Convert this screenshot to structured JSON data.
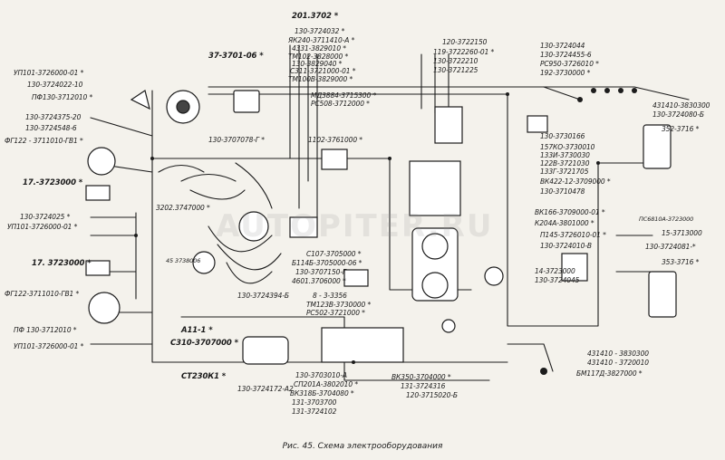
{
  "caption": "Рис. 45. Схема электрооборудования",
  "watermark": "AUTOPITER.RU",
  "labels": {
    "l_201": "201.3702 *",
    "l_37": "37-3701-06 *",
    "l_up101_top": "УП101-3726000-01 *",
    "l_130_3724022": "130-3724022-10",
    "l_pf_top": "ПФ130-3712010 *",
    "l_130_3724375": "130-3724375-20",
    "l_130_3724548": "130-3724548-6",
    "l_fg122_top": "ФГ122 - 3711010-ГВ1 *",
    "l_17_top": "17.-3723000 *",
    "l_130_3724025": "130-3724025 *",
    "l_up101_mid": "УП101-3726000-01 *",
    "l_17_mid": "17. 3723000 *",
    "l_fg122_bot": "ФГ122-3711010-ГВ1 *",
    "l_pf_bot": "ПФ 130-3712010 *",
    "l_up101_bot": "УП101-3726000-01 *",
    "l_130_3724032": "130-3724032 *",
    "l_k_3711410": "ЯК240-3711410-А *",
    "l_4331": "4331-3829010 *",
    "l_tm102": "ТМ102-3828000 *",
    "l_130_3829040": "130-3829040 *",
    "l_sz11": "С311-3721000-01 *",
    "l_tm100v": "ТМ100В-3829000 *",
    "l_130_3707078": "130-3707078-Г *",
    "l_md_3715300": "МД3884-3715300 *",
    "l_rs508": "РС508-3712000 *",
    "l_1102": "1102-3761000 *",
    "l_3202": "3202.3747000 *",
    "l_45_3738006": "45 3738006",
    "l_120_3722150": "120-3722150",
    "l_119_3722260": "119-3722260-01 *",
    "l_130_3722210": "130-3722210",
    "l_130_3721225": "130-3721225",
    "l_130_3724044": "130-3724044",
    "l_130_3724455": "130-3724455-6",
    "l_rs950": "РС950-3726010 *",
    "l_192_3730000": "192-3730000 *",
    "l_431410_top": "431410-3830300",
    "l_130_3724080": "130-3724080-Б",
    "l_352": "352-3716 *",
    "l_130_3730166": "130-3730166",
    "l_157ko": "157КО-3730010",
    "l_133u": "133И-3730030",
    "l_122v": "122В-3721030",
    "l_133g": "133Г-3721705",
    "l_vk422": "ВК422-12-3709000 *",
    "l_130_3710478": "130-3710478",
    "l_vk166": "ВК166-3709000-01 *",
    "l_k204a": "К204А-3801000 *",
    "l_p145": "П145-3726010-01 *",
    "l_130_3724010": "130-3724010-В",
    "l_ps_right": "ПС6810А-3723000",
    "l_15_3713000": "15-3713000",
    "l_130_3724081": "130-3724081-*",
    "l_353": "353-3716 *",
    "l_s107": "С107-3705000 *",
    "l_b114b": "Б114Б-3705000-06 *",
    "l_130_3707150": "130-3707150-Г",
    "l_4601": "4601.3706000 *",
    "l_14_3723000": "14-3723000",
    "l_130_3724045": "130-3724045",
    "l_8_3353": "8 - 3-3356",
    "l_tm123": "ТМ123В-3730000 *",
    "l_ps502": "РС502-3721000 *",
    "l_130_3724394": "130-3724394-Б",
    "l_a11": "А11-1 *",
    "l_s310": "С310-3707000 *",
    "l_st230k1": "СТ230К1 *",
    "l_130_3724172": "130-3724172-А2",
    "l_130_3703010": "130-3703010-А",
    "l_sp201a": "СП201А-3802010 *",
    "l_vk318b": "ВК318Б-3704080 *",
    "l_131_3703700": "131-3703700",
    "l_131_3724102": "131-3724102",
    "l_vk350": "ВК350-3704000 *",
    "l_131_3724316": "131-3724316",
    "l_120_3715020": "120-3715020-Б",
    "l_431410_bot1": "431410 - 3830300",
    "l_431410_bot2": "431410 - 3720010",
    "l_bm117d": "БМ117Д-3827000 *"
  }
}
